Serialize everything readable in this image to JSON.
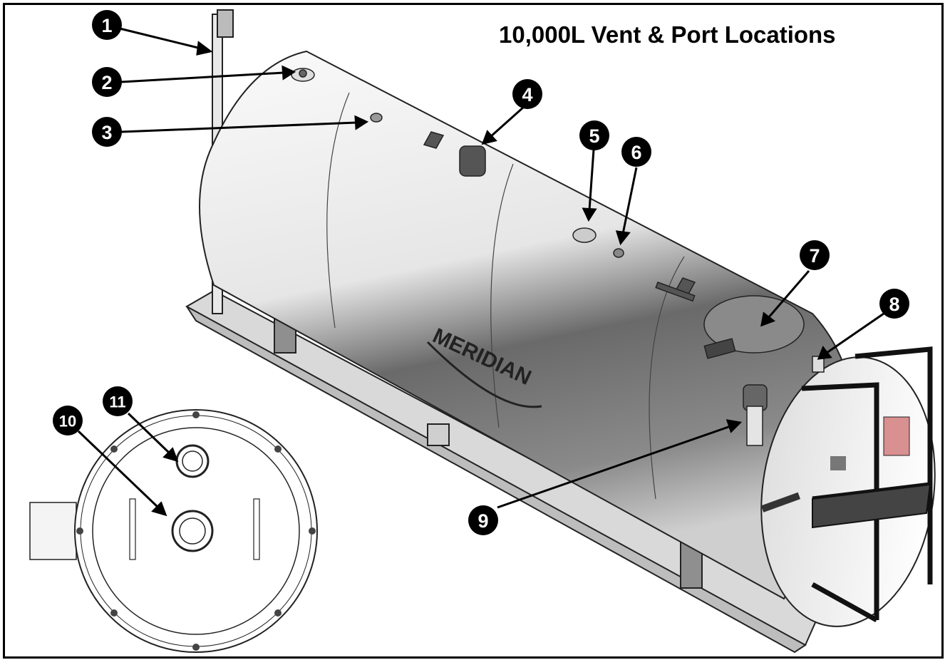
{
  "title": "10,000L Vent & Port Locations",
  "brand": "MERIDIAN",
  "callouts": [
    "1",
    "2",
    "3",
    "4",
    "5",
    "6",
    "7",
    "8",
    "9",
    "10",
    "11"
  ],
  "colors": {
    "callout": "#000000",
    "line": "#000000",
    "tank_light": "#f2f2f2",
    "tank_dark": "#555555"
  }
}
